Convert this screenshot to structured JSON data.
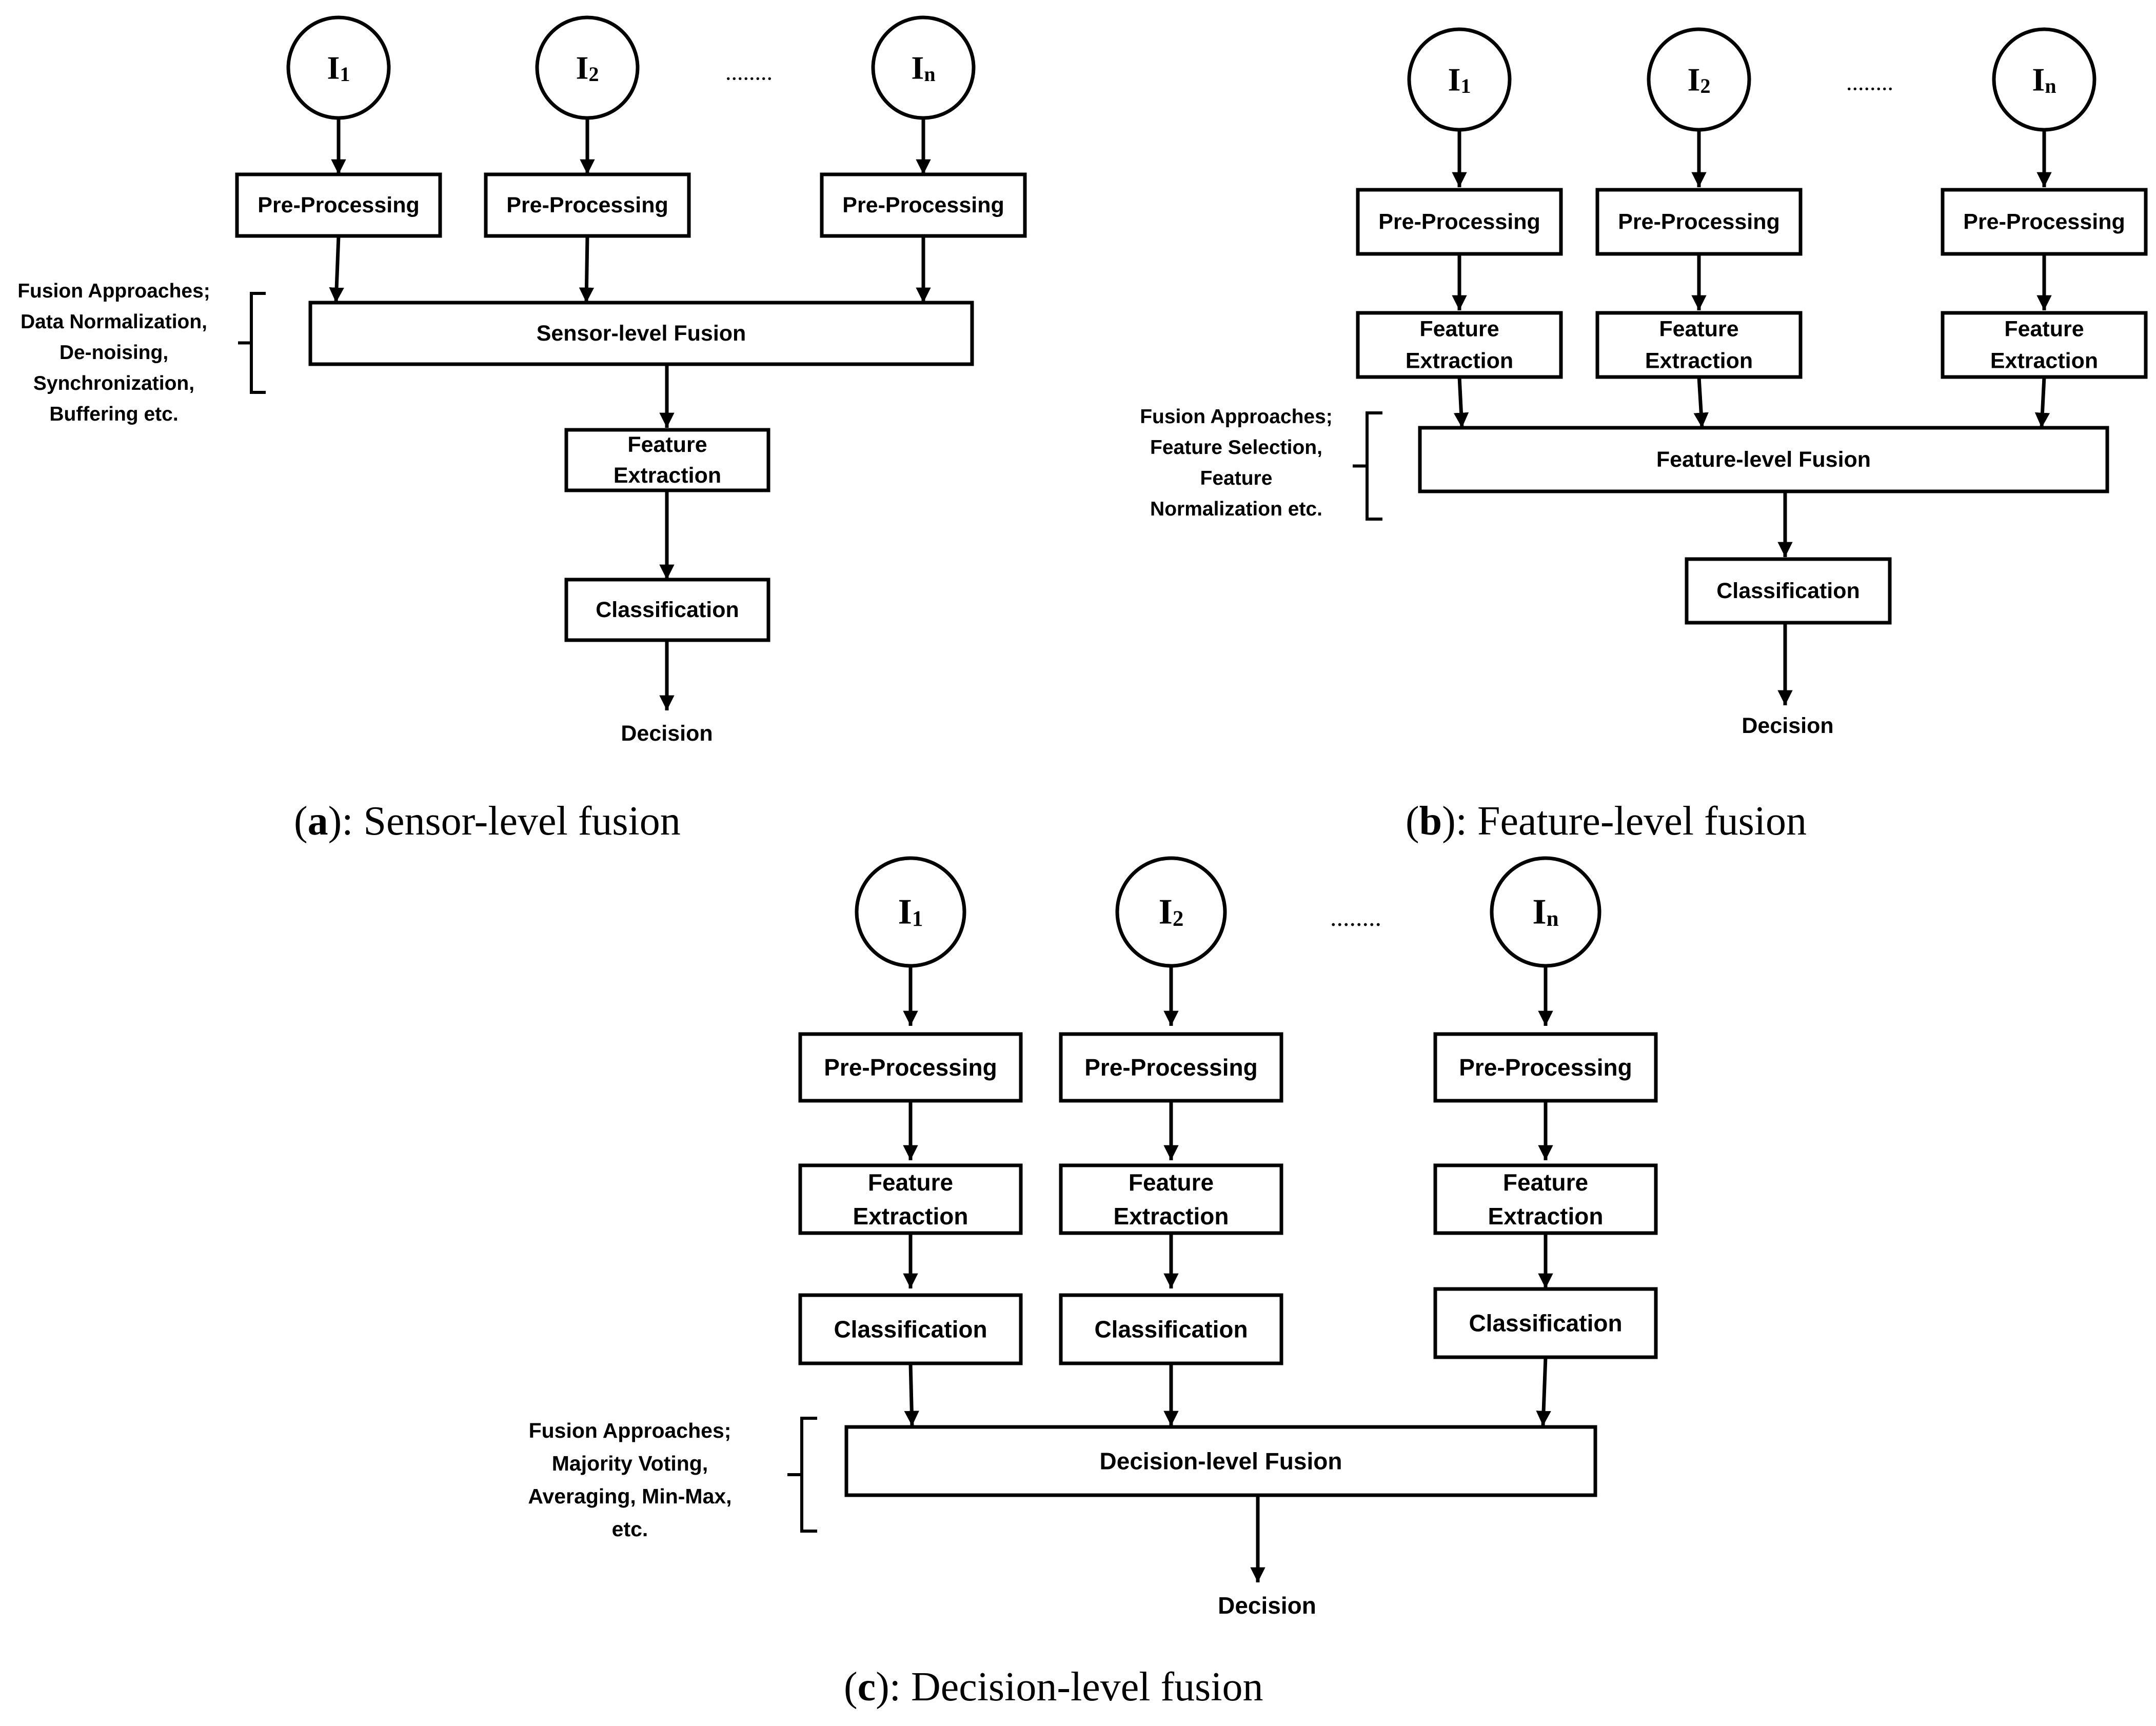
{
  "labels": {
    "pre_processing": "Pre-Processing",
    "feature_extraction": [
      "Feature",
      "Extraction"
    ],
    "classification": "Classification",
    "decision": "Decision",
    "ellipsis": "........",
    "input_letter": "I",
    "input_subscripts": [
      "1",
      "2",
      "n"
    ]
  },
  "panels": [
    {
      "id": "a",
      "fusion_block": "Sensor-level Fusion",
      "approaches": [
        "Fusion Approaches;",
        "Data Normalization,",
        "De-noising,",
        "Synchronization,",
        "Buffering etc."
      ],
      "caption": {
        "letter": "a",
        "text": "): Sensor-level fusion"
      }
    },
    {
      "id": "b",
      "fusion_block": "Feature-level Fusion",
      "approaches": [
        "Fusion Approaches;",
        "Feature Selection,",
        "Feature",
        "Normalization etc."
      ],
      "caption": {
        "letter": "b",
        "text": "): Feature-level fusion"
      }
    },
    {
      "id": "c",
      "fusion_block": "Decision-level Fusion",
      "approaches": [
        "Fusion Approaches;",
        "Majority Voting,",
        "Averaging, Min-Max,",
        "etc."
      ],
      "caption": {
        "letter": "c",
        "text": "): Decision-level fusion"
      }
    }
  ],
  "colors": {
    "stroke": "#000000",
    "background": "#ffffff"
  }
}
